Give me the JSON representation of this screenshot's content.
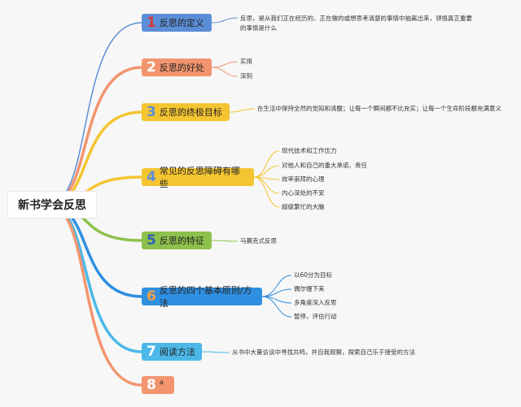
{
  "root": {
    "label": "新书学会反思"
  },
  "branches": [
    {
      "num": "1",
      "label": "反思的定义",
      "color": "#5b8ed6",
      "num_color": "#d33a3a",
      "leaves": [
        "反思，是从我们正在经历的、正在做的或想思考清楚的事情中抽离出来，领悟真正重要的事情是什么"
      ]
    },
    {
      "num": "2",
      "label": "反思的好处",
      "color": "#f2956f",
      "num_color": "#ffffff",
      "leaves": [
        "实用",
        "深刻"
      ]
    },
    {
      "num": "3",
      "label": "反思的终极目标",
      "color": "#f4c531",
      "num_color": "#5b8ed6",
      "leaves": [
        "在生活中保持全然的觉知和清醒；让每一个瞬间都不比充实；让每一个生命阶段都充满意义"
      ]
    },
    {
      "num": "4",
      "label": "常见的反思障碍有哪些",
      "color": "#f4c531",
      "num_color": "#5b8ed6",
      "leaves": [
        "现代技术和工作压力",
        "对他人和自己的重大承诺、责任",
        "效率崇拜的心理",
        "内心深处的不安",
        "超级繁忙的大脑"
      ]
    },
    {
      "num": "5",
      "label": "反思的特征",
      "color": "#8dc14b",
      "num_color": "#2f62b3",
      "leaves": [
        "马赛克式反思"
      ]
    },
    {
      "num": "6",
      "label": "反思的四个基本原则/方法",
      "color": "#2f8fe0",
      "num_color": "#f2a041",
      "leaves": [
        "以60分为目标",
        "偶尔慢下来",
        "多角度深入反思",
        "暂停，评估行动"
      ]
    },
    {
      "num": "7",
      "label": "阅读方法",
      "color": "#4cb8e8",
      "num_color": "#ffffff",
      "leaves": [
        "从书中大量访谈中寻找共鸣，并自我观察，探索自己乐于接受的方法"
      ]
    },
    {
      "num": "8",
      "label": "a",
      "color": "#f2956f",
      "num_color": "#ffffff",
      "leaves": []
    }
  ]
}
